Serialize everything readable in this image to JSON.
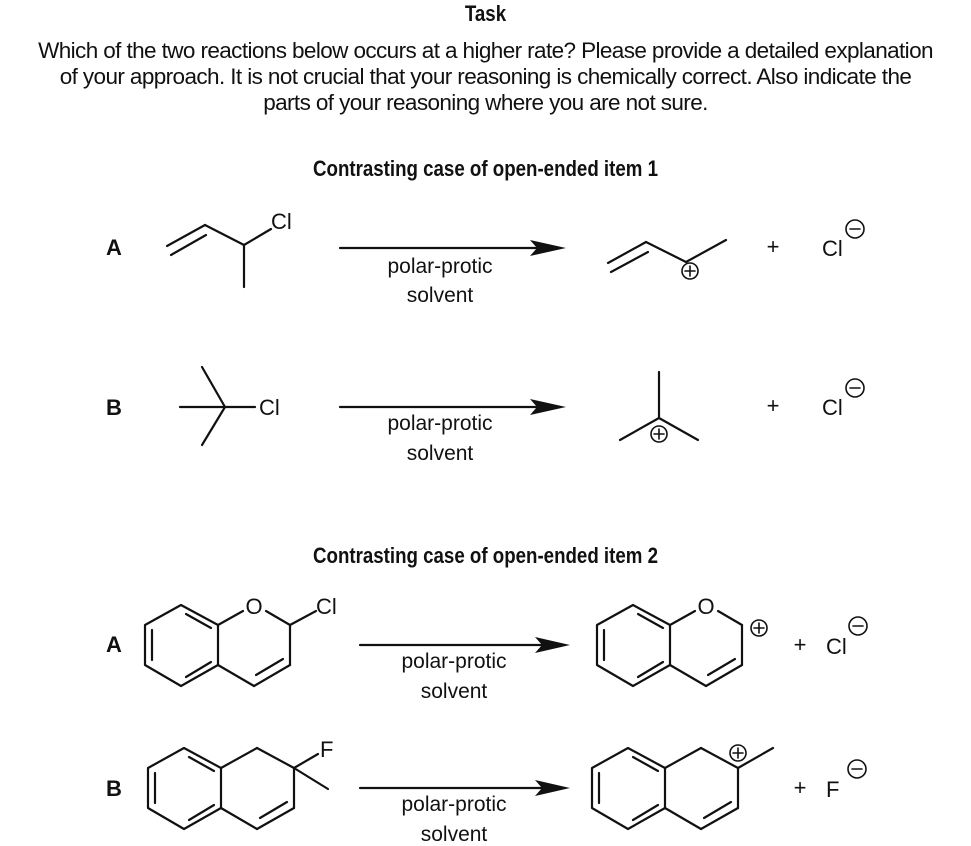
{
  "task": {
    "title": "Task",
    "lines": [
      "Which of the two reactions below occurs at a higher rate? Please provide a detailed explanation",
      "of your approach. It is not crucial that your reasoning is chemically correct. Also indicate the",
      "parts of your reasoning where you are not sure."
    ]
  },
  "sections": [
    {
      "title": "Contrasting case of open-ended item 1",
      "reactions": [
        {
          "label": "A",
          "reactant": "3-chlorobut-1-ene",
          "reactant_atom": "Cl",
          "condition_line1": "polar-protic",
          "condition_line2": "solvent",
          "product": "but-3-en-2-yl cation",
          "plus": "+",
          "leaving_group": "Cl",
          "charge_positive": "+",
          "charge_negative": "−"
        },
        {
          "label": "B",
          "reactant": "tert-butyl chloride",
          "reactant_atom": "Cl",
          "condition_line1": "polar-protic",
          "condition_line2": "solvent",
          "product": "tert-butyl cation",
          "plus": "+",
          "leaving_group": "Cl",
          "charge_positive": "+",
          "charge_negative": "−"
        }
      ]
    },
    {
      "title": "Contrasting case of open-ended item 2",
      "reactions": [
        {
          "label": "A",
          "reactant": "2-chloro-2H-chromene",
          "reactant_atom_O": "O",
          "reactant_atom": "Cl",
          "condition_line1": "polar-protic",
          "condition_line2": "solvent",
          "product": "2H-chromen-2-yl cation",
          "product_atom_O": "O",
          "plus": "+",
          "leaving_group": "Cl",
          "charge_positive": "+",
          "charge_negative": "−"
        },
        {
          "label": "B",
          "reactant": "2-fluoro-2-methyl-1,2-dihydronaphthalene",
          "reactant_atom": "F",
          "condition_line1": "polar-protic",
          "condition_line2": "solvent",
          "product": "2-methyl-1,2-dihydronaphthalen-2-yl cation",
          "plus": "+",
          "leaving_group": "F",
          "charge_positive": "+",
          "charge_negative": "−"
        }
      ]
    }
  ]
}
